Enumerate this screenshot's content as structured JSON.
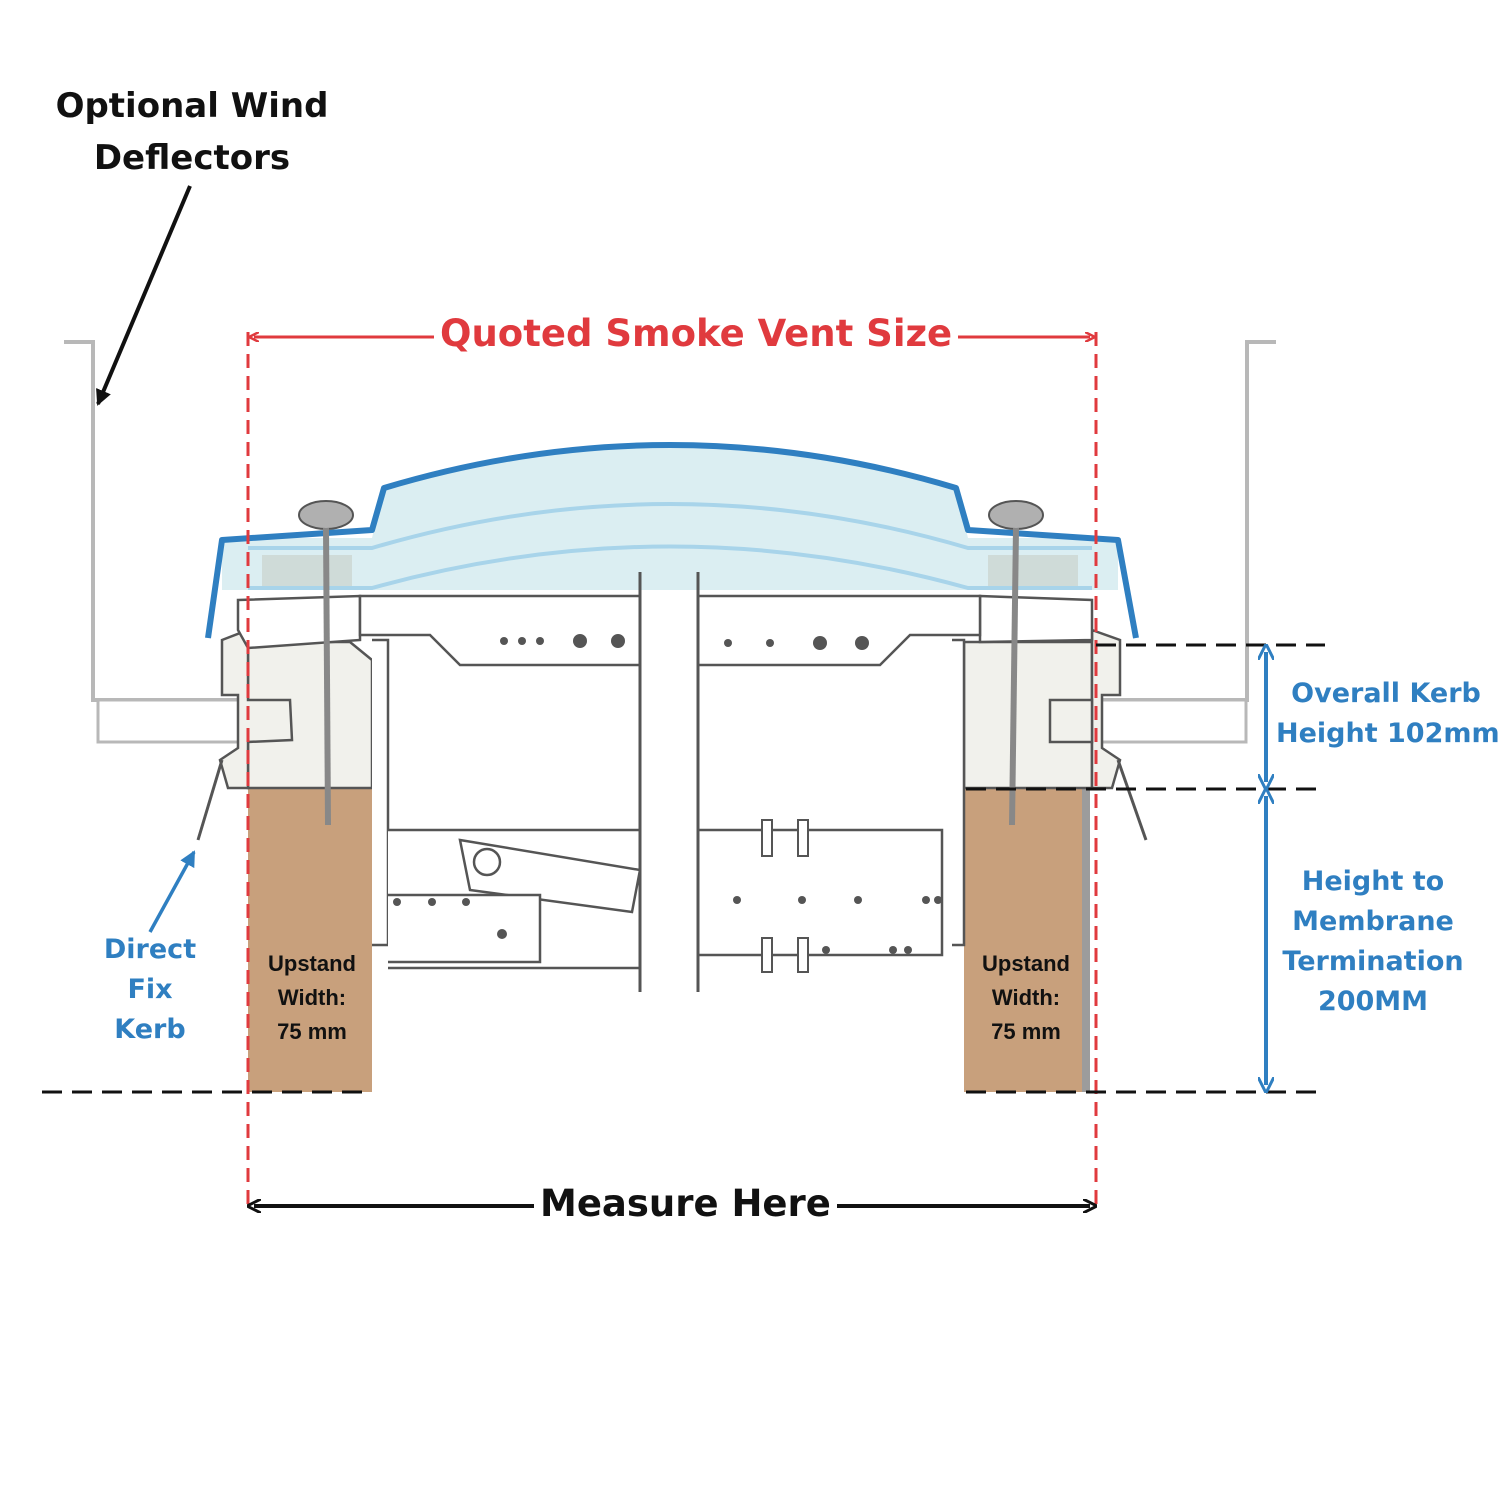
{
  "labels": {
    "wind_deflectors": {
      "line1": "Optional Wind",
      "line2": "Deflectors"
    },
    "vent_size": "Quoted Smoke Vent Size",
    "overall_kerb": {
      "line1": "Overall Kerb",
      "line2": "Height 102mm"
    },
    "membrane": {
      "line1": "Height to",
      "line2": "Membrane",
      "line3": "Termination",
      "line4": "200MM"
    },
    "direct_fix": {
      "line1": "Direct",
      "line2": "Fix",
      "line3": "Kerb"
    },
    "upstand_left": {
      "line1": "Upstand",
      "line2": "Width:",
      "line3": "75 mm"
    },
    "upstand_right": {
      "line1": "Upstand",
      "line2": "Width:",
      "line3": "75 mm"
    },
    "measure": "Measure Here"
  },
  "colors": {
    "red": "#e03a3e",
    "blue": "#2f7fc1",
    "timber": "#c8a07c",
    "dome": "#dbeef2",
    "outline": "#555555",
    "kerb": "#f1f1ec"
  }
}
